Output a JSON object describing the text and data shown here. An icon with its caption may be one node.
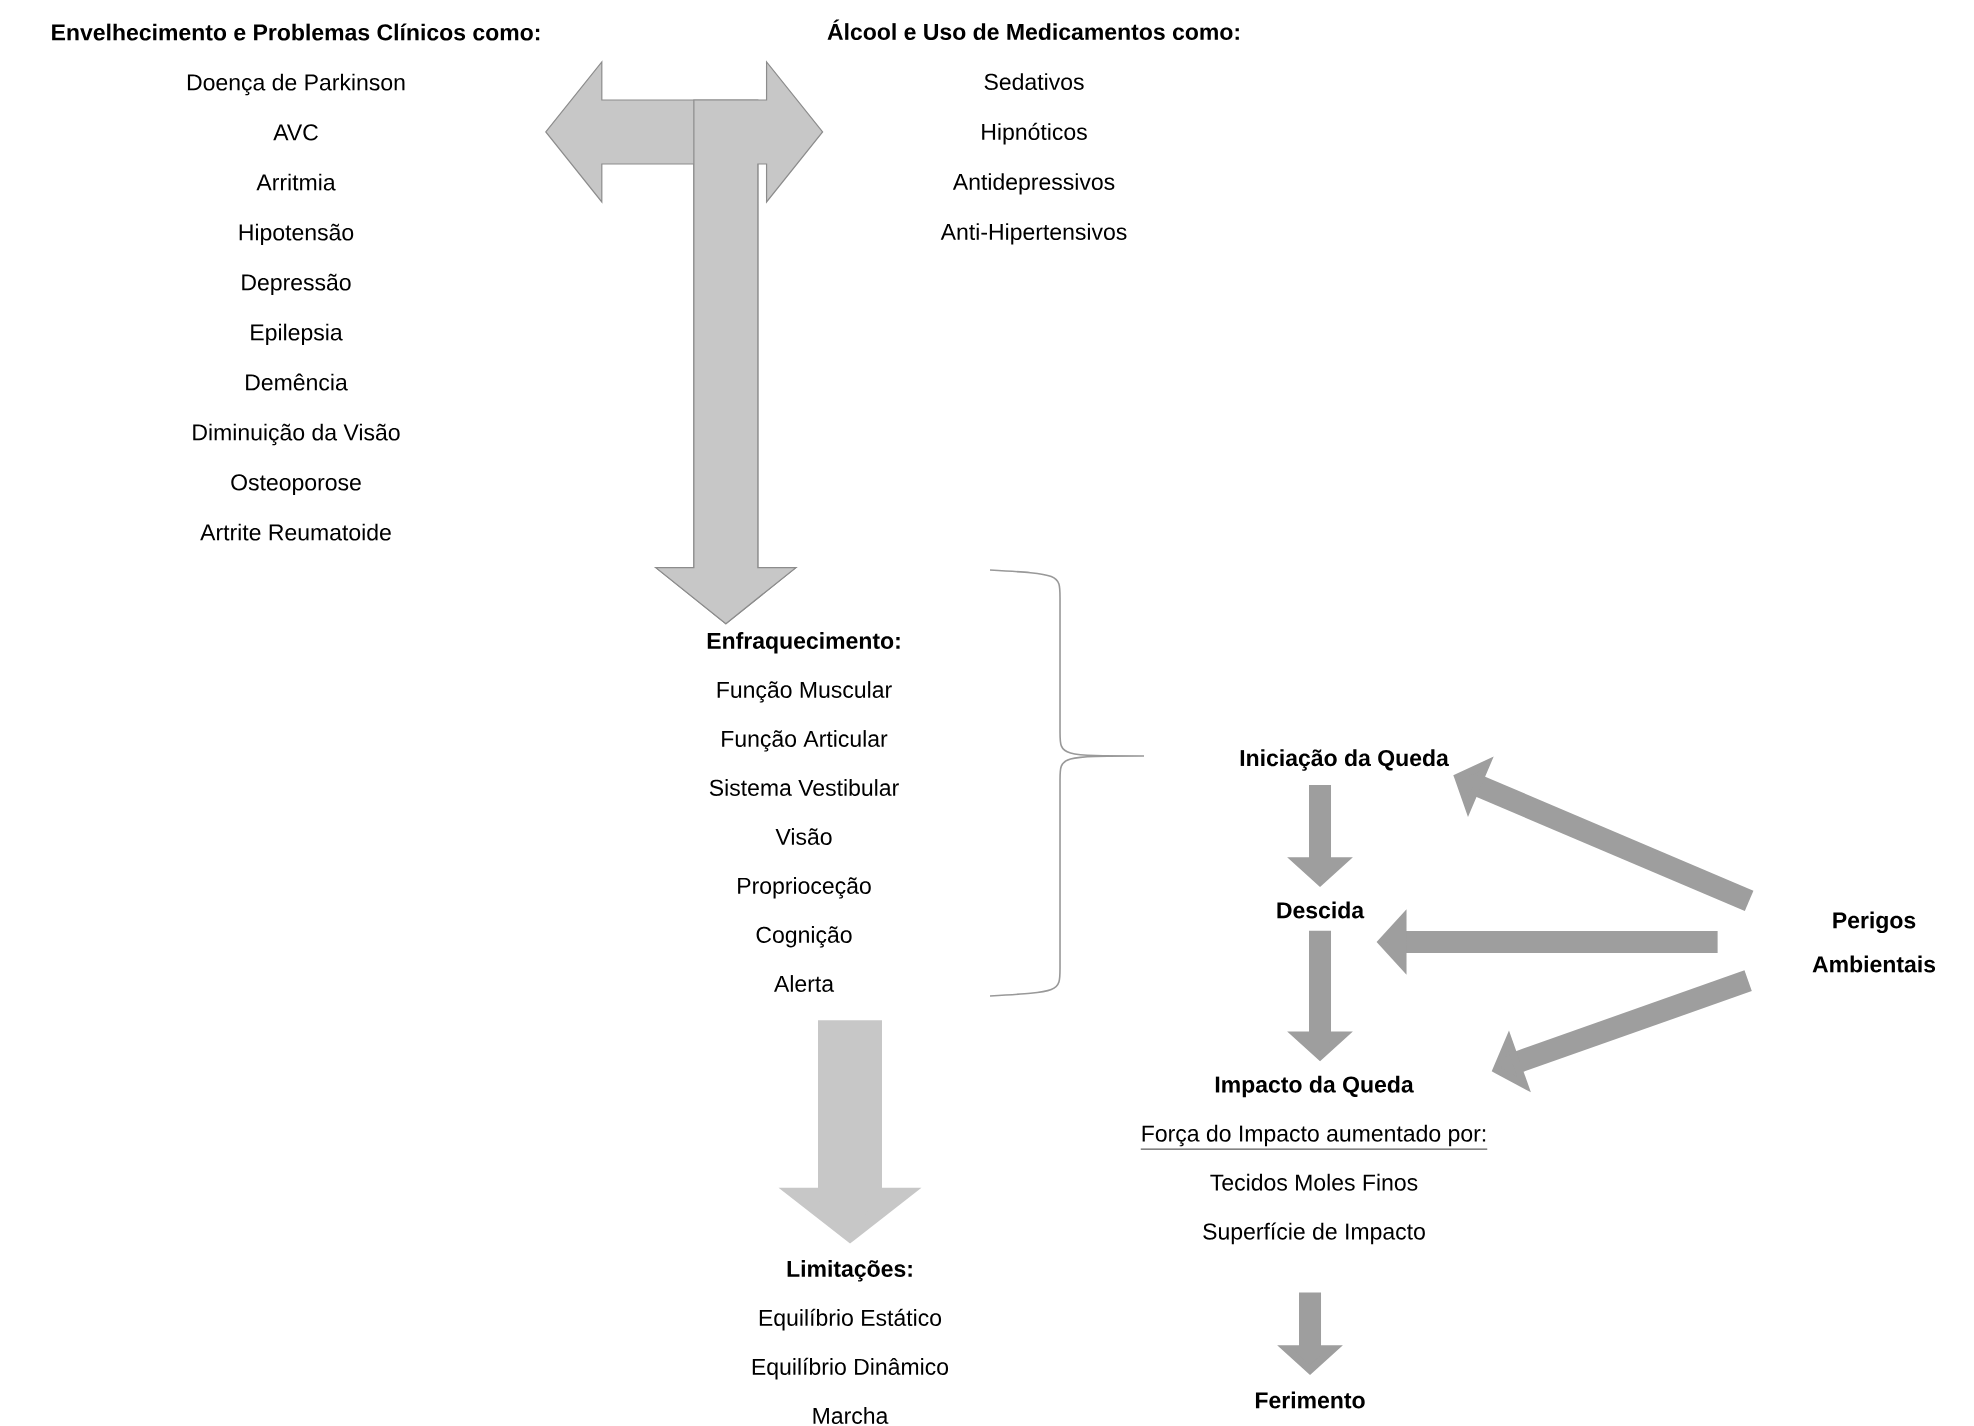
{
  "diagram": {
    "nodes": [
      {
        "text": [
          "Envelhecimento e Problemas Clínicos como:",
          "Doença de Parkinson",
          "AVC",
          "Arritmia",
          "Hipotensão",
          "Depressão",
          "Epilepsia",
          "Demência",
          "Diminuição da Visão",
          "Osteoporose",
          "Artrite Reumatoide"
        ]
      },
      {
        "text": [
          "Álcool e Uso de Medicamentos como:",
          "Sedativos",
          "Hipnóticos",
          "Antidepressivos",
          "Anti-Hipertensivos"
        ]
      },
      {
        "text": [
          "Enfraquecimento:",
          "Função Muscular",
          "Função Articular",
          "Sistema Vestibular",
          "Visão",
          "Proprioceção",
          "Cognição",
          "Alerta"
        ]
      },
      {
        "text": [
          "Limitações:",
          "Equilíbrio Estático",
          "Equilíbrio Dinâmico",
          "Marcha"
        ]
      },
      {
        "text": [
          "Iniciação da Queda"
        ]
      },
      {
        "text": [
          "Descida"
        ]
      },
      {
        "text": [
          "Impacto da Queda",
          "Força do Impacto aumentado por:",
          "Tecidos Moles Finos",
          "Superfície de Impacto"
        ]
      },
      {
        "text": [
          "Ferimento"
        ]
      },
      {
        "text": [
          "Perigos Ambientais"
        ]
      }
    ],
    "edges": [
      {
        "from": 0,
        "to": 2,
        "arrow": "both",
        "style": "thick"
      },
      {
        "from": 1,
        "to": 2,
        "arrow": "both",
        "style": "thick"
      },
      {
        "from": 2,
        "to": 3,
        "arrow": "to",
        "style": "thick"
      },
      {
        "from": 4,
        "to": 5,
        "arrow": "to"
      },
      {
        "from": 5,
        "to": 6,
        "arrow": "to"
      },
      {
        "from": 6,
        "to": 7,
        "arrow": "to"
      },
      {
        "from": 8,
        "to": 4,
        "arrow": "to"
      },
      {
        "from": 8,
        "to": 5,
        "arrow": "to"
      },
      {
        "from": 8,
        "to": 6,
        "arrow": "to"
      }
    ]
  }
}
